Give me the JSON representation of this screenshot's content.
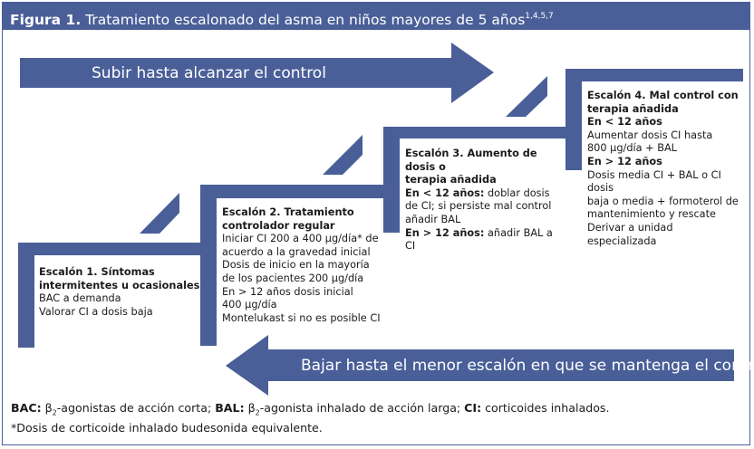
{
  "title": {
    "label": "Figura 1.",
    "text": "Tratamiento escalonado del asma en niños mayores de 5 años",
    "refs": "1,4,5,7"
  },
  "arrows": {
    "up": "Subir hasta alcanzar el control",
    "down": "Bajar hasta el menor escalón en que se mantenga el control"
  },
  "steps": [
    {
      "heading": [
        "Escalón 1. Síntomas",
        "intermitentes u ocasionales"
      ],
      "lines": [
        "BAC a demanda",
        "Valorar CI a dosis baja"
      ]
    },
    {
      "heading": [
        "Escalón 2. Tratamiento",
        "controlador regular"
      ],
      "lines": [
        "Iniciar CI 200 a 400 µg/día* de",
        "acuerdo a la gravedad inicial",
        "Dosis de inicio en la mayoría",
        "de los pacientes 200 µg/día",
        "En > 12 años dosis inicial",
        "400 µg/día",
        "Montelukast si no es posible CI"
      ]
    },
    {
      "heading": [
        "Escalón 3. Aumento de dosis o",
        "terapia añadida"
      ],
      "lines": [
        {
          "b": "En < 12 años:",
          "t": " doblar dosis"
        },
        "de CI; si persiste mal control",
        "añadir BAL",
        {
          "b": "En > 12 años:",
          "t": " añadir BAL a CI"
        }
      ]
    },
    {
      "heading": [
        "Escalón 4. Mal control con",
        "terapia añadida"
      ],
      "lines": [
        {
          "b": "En < 12 años",
          "t": ""
        },
        "Aumentar dosis CI hasta",
        "800 µg/día + BAL",
        {
          "b": "En > 12 años",
          "t": ""
        },
        "Dosis media CI + BAL o CI dosis",
        "baja o media + formoterol de",
        "mantenimiento y rescate",
        "Derivar a unidad especializada"
      ]
    }
  ],
  "footer": {
    "abbr": [
      {
        "k": "BAC:",
        "pre": " β",
        "sub": "2",
        "post": "-agonistas de acción corta; "
      },
      {
        "k": "BAL:",
        "pre": " β",
        "sub": "2",
        "post": "-agonista inhalado de acción larga; "
      },
      {
        "k": "CI:",
        "pre": " corticoides inhalados.",
        "sub": "",
        "post": ""
      }
    ],
    "note": "*Dosis de corticoide inhalado budesonida equivalente."
  },
  "colors": {
    "primary": "#4a5f98",
    "text": "#1b1b1b",
    "background": "#ffffff"
  }
}
